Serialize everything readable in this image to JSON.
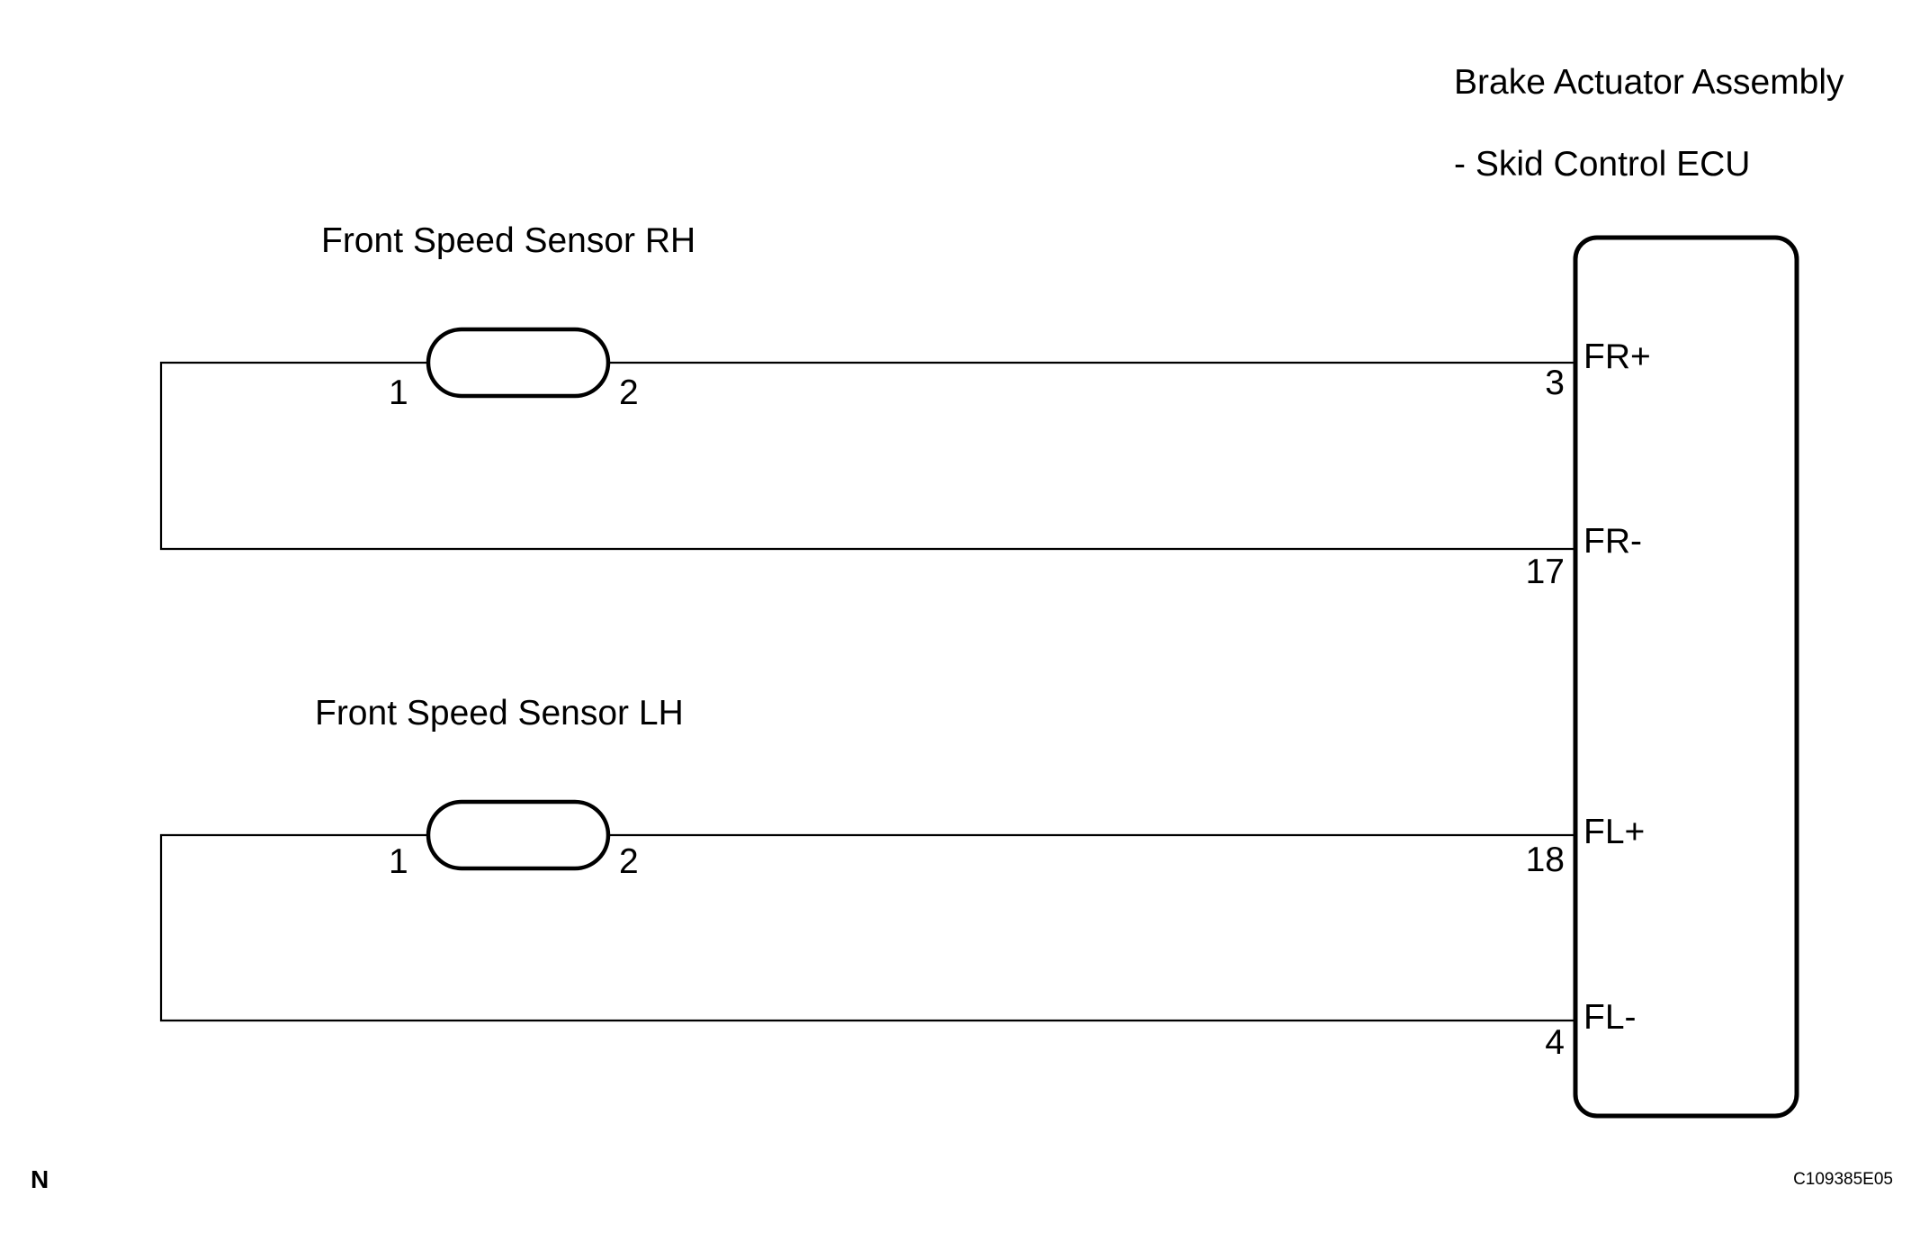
{
  "ecu": {
    "title_line1": "Brake Actuator Assembly",
    "title_line2": "- Skid Control ECU"
  },
  "sensors": [
    {
      "name": "Front Speed Sensor RH",
      "pin_left": "1",
      "pin_right": "2"
    },
    {
      "name": "Front Speed Sensor LH",
      "pin_left": "1",
      "pin_right": "2"
    }
  ],
  "ecu_terminals": [
    {
      "pin": "3",
      "signal": "FR+"
    },
    {
      "pin": "17",
      "signal": "FR-"
    },
    {
      "pin": "18",
      "signal": "FL+"
    },
    {
      "pin": "4",
      "signal": "FL-"
    }
  ],
  "footer": {
    "left_mark": "N",
    "figure_code": "C109385E05"
  }
}
